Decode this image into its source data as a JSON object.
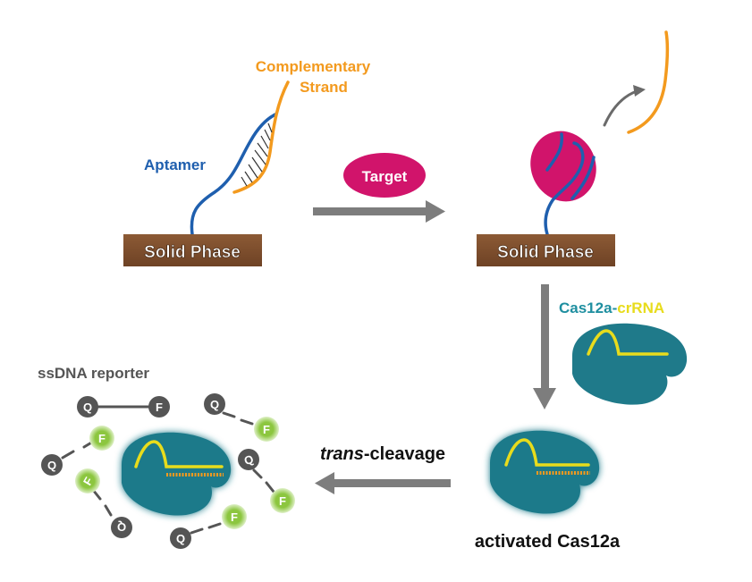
{
  "labels": {
    "complementary_line1": "Complementary",
    "complementary_line2": "Strand",
    "aptamer": "Aptamer",
    "target": "Target",
    "solid_phase_left": "Solid Phase",
    "solid_phase_right": "Solid Phase",
    "cas12a": "Cas12a",
    "dash": "-",
    "crrna": "crRNA",
    "ssdna_reporter": "ssDNA reporter",
    "trans_italic": "trans",
    "cleavage": "-cleavage",
    "activated_cas12a": "activated Cas12a",
    "quencher": "Q",
    "fluorophore": "F"
  },
  "colors": {
    "aptamer_blue": "#1f5fae",
    "complementary_orange": "#f39a1e",
    "solid_phase_brown": "#7a4a2a",
    "target_magenta": "#d1146b",
    "cas12a_teal": "#1f7a8a",
    "crrna_yellow": "#e8dc1c",
    "arrow_gray": "#7d7d7d",
    "quencher_dark": "#555555",
    "fluorophore_green": "#8cc63f",
    "label_teal": "#1f8fa0"
  }
}
